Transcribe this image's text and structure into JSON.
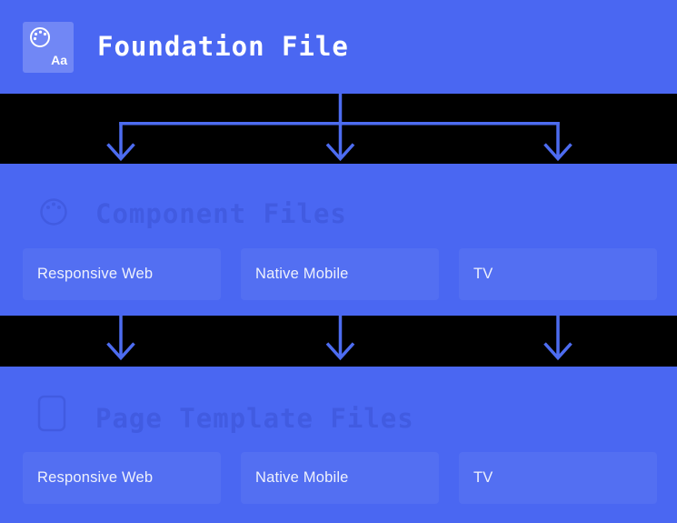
{
  "header": {
    "title": "Foundation File",
    "icon_text": "Aa"
  },
  "sections": [
    {
      "title": "Component Files",
      "cards": [
        {
          "label": "Responsive Web"
        },
        {
          "label": "Native Mobile"
        },
        {
          "label": "TV"
        }
      ]
    },
    {
      "title": "Page Template Files",
      "cards": [
        {
          "label": "Responsive Web"
        },
        {
          "label": "Native Mobile"
        },
        {
          "label": "TV"
        }
      ]
    }
  ],
  "icons": {
    "header_icon": "palette-aa-icon",
    "section_component_icon": "palette-outline-icon",
    "section_page_icon": "page-outline-icon",
    "arrow_icon": "down-arrow"
  },
  "colors": {
    "background_blue": "#4a67f2",
    "band_black": "#000000",
    "arrow_blue": "#4d6cf0",
    "icon_tile_blue": "#7187f5",
    "card_overlay_blue": "#5571f3",
    "faint_title_blue": "#415be1",
    "title_text": "#ffffff",
    "card_label_text": "#eef1fc"
  }
}
